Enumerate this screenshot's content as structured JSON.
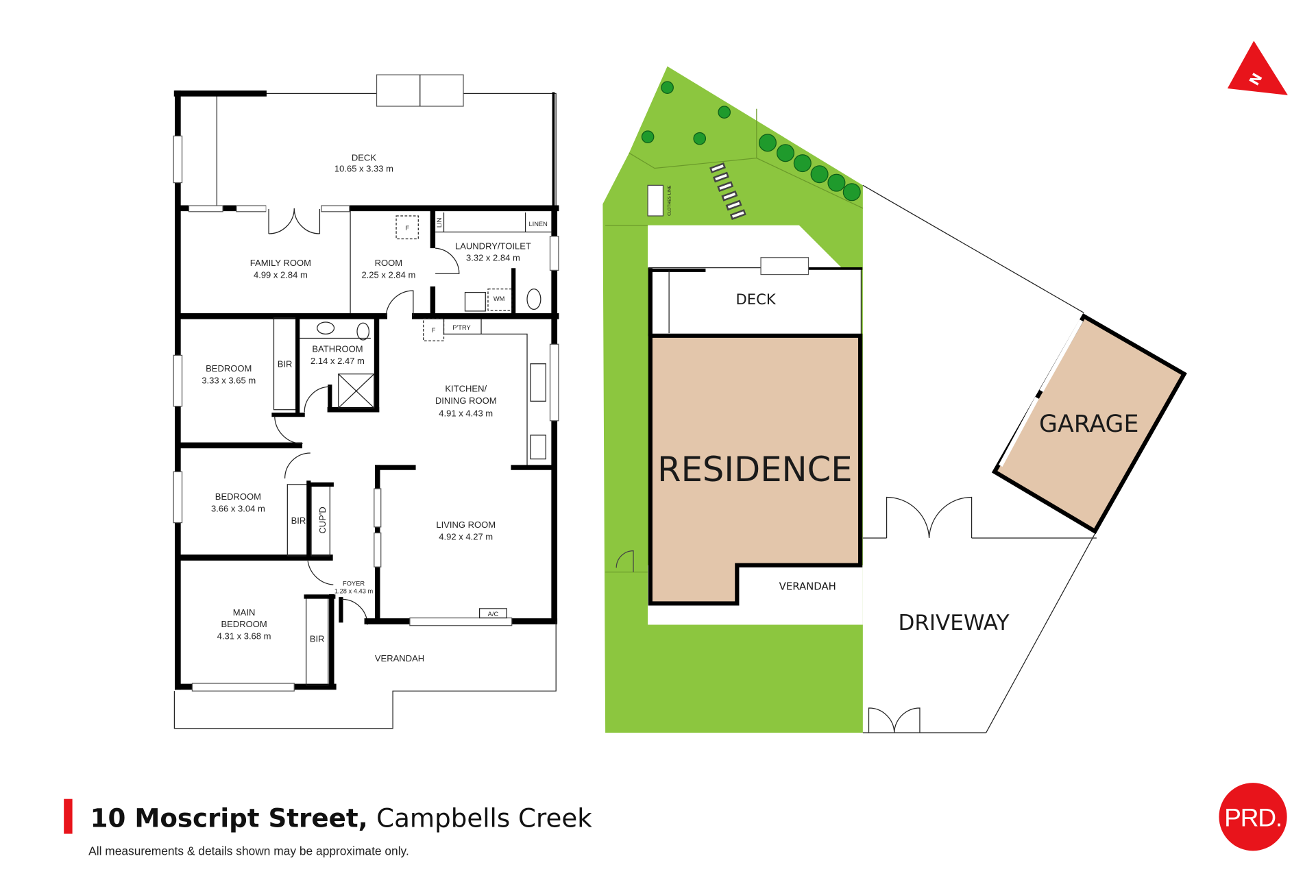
{
  "title": {
    "street": "10 Moscript Street,",
    "suburb": "Campbells Creek",
    "disclaimer": "All measurements & details shown may be approximate only."
  },
  "brand": {
    "logo_text": "PRD.",
    "color": "#e8141b"
  },
  "north_arrow": {
    "label": "N"
  },
  "floor_plan": {
    "rooms": [
      {
        "name": "DECK",
        "size": "10.65 x 3.33 m"
      },
      {
        "name": "FAMILY ROOM",
        "size": "4.99 x 2.84 m"
      },
      {
        "name": "ROOM",
        "size": "2.25 x 2.84 m"
      },
      {
        "name": "LAUNDRY/TOILET",
        "size": "3.32 x 2.84 m"
      },
      {
        "name": "BEDROOM",
        "size": "3.33 x 3.65 m"
      },
      {
        "name": "BATHROOM",
        "size": "2.14 x 2.47 m"
      },
      {
        "name": "KITCHEN/",
        "name2": "DINING ROOM",
        "size": "4.91 x 4.43 m"
      },
      {
        "name": "BEDROOM",
        "size": "3.66 x 3.04 m"
      },
      {
        "name": "LIVING ROOM",
        "size": "4.92 x 4.27 m"
      },
      {
        "name": "FOYER",
        "size": "1.28 x 4.43 m"
      },
      {
        "name": "MAIN",
        "name2": "BEDROOM",
        "size": "4.31 x 3.68 m"
      },
      {
        "name": "VERANDAH"
      }
    ],
    "fixtures": {
      "f1": "F",
      "f2": "F",
      "lin": "LIN",
      "linen": "LINEN",
      "wm": "WM",
      "pantry": "P'TRY",
      "bir1": "BIR",
      "bir2": "BIR",
      "bir3": "BIR",
      "cupd": "CUP'D",
      "ac": "A/C"
    }
  },
  "site_plan": {
    "labels": {
      "deck": "DECK",
      "residence": "RESIDENCE",
      "verandah": "VERANDAH",
      "garage": "GARAGE",
      "driveway": "DRIVEWAY",
      "clothes_line": "CLOTHES LINE"
    },
    "colors": {
      "lawn": "#8cc63f",
      "building": "#e3c6ab",
      "tree": "#1f9a2c"
    }
  }
}
